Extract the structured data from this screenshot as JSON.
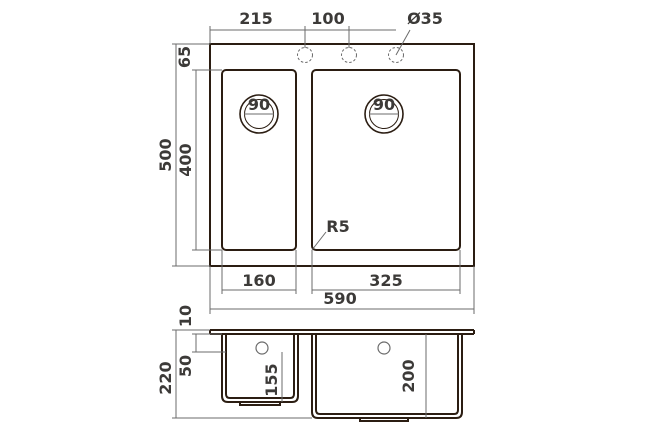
{
  "drawing": {
    "top_view": {
      "tap_hole_offset": "215",
      "tap_hole_spacing": "100",
      "tap_hole_diameter": "Ø35",
      "edge_to_bowl": "65",
      "overall_depth": "500",
      "bowl_depth": "400",
      "small_drain": "90",
      "large_drain": "90",
      "corner_radius": "R5",
      "small_bowl_width": "160",
      "large_bowl_width": "325",
      "overall_width": "590"
    },
    "side_view": {
      "rim_thickness": "10",
      "overflow_height": "50",
      "overall_height": "220",
      "small_bowl_height": "155",
      "large_bowl_height": "200"
    }
  },
  "colors": {
    "outline": "#2b1d12",
    "dimension_line": "#6b6b6b",
    "text": "#3c3a38"
  }
}
